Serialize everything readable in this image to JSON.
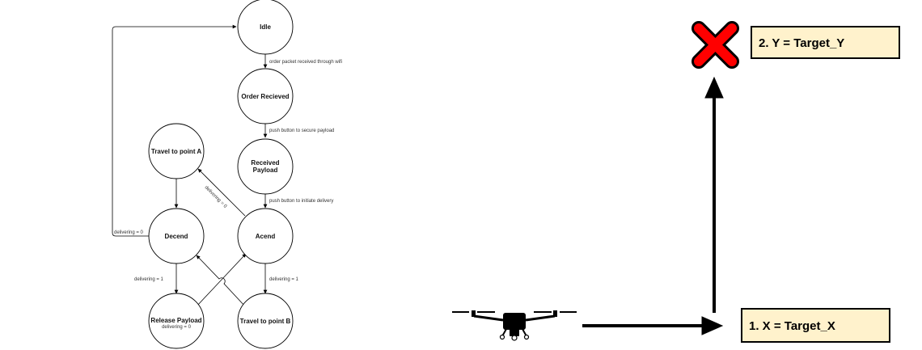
{
  "state_machine": {
    "nodes": {
      "idle": "Idle",
      "order_received": "Order Recieved",
      "received_payload_line1": "Received",
      "received_payload_line2": "Payload",
      "travel_a": "Travel to point A",
      "decend": "Decend",
      "acend": "Acend",
      "release_payload": "Release Payload",
      "travel_b": "Travel to point B"
    },
    "edges": {
      "idle_to_order": "order packet received through wifi",
      "order_to_payload": "push button to secure payload",
      "payload_to_acend": "push button to initiate delivery",
      "acend_to_travel_a": "delivering = 0",
      "decend_to_idle": "delivering = 0",
      "decend_to_release": "delivering = 1",
      "acend_to_travel_b": "delivering = 1",
      "release_sub": "delivering = 0"
    }
  },
  "drone_path": {
    "step1": "1. X = Target_X",
    "step2": "2. Y = Target_Y",
    "colors": {
      "box_fill": "#fff2cc",
      "target_x": "#ff0000",
      "arrow": "#000000"
    },
    "icons": [
      "drone-icon",
      "target-x-icon"
    ]
  }
}
